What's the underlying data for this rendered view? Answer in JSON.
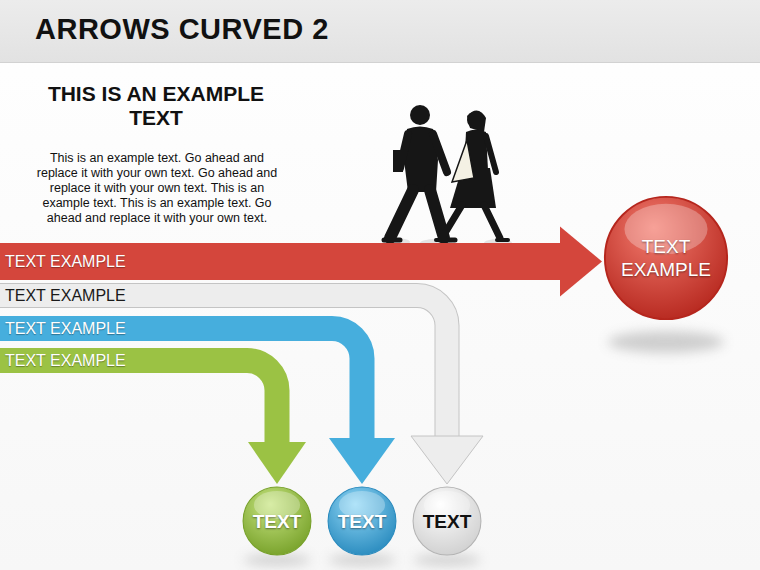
{
  "diagram": {
    "title": "ARROWS CURVED 2",
    "nodes": [
      {
        "text": [
          "TEXT EXAMPLE"
        ]
      },
      {
        "text": [
          "TEXT EXAMPLE"
        ]
      },
      {
        "text": [
          "TEXT EXAMPLE"
        ]
      },
      {
        "text": [
          "TEXT EXAMPLE"
        ]
      },
      {
        "text": [
          "TEXT EXAMPLE"
        ]
      },
      {
        "text": [
          "TEXT"
        ]
      },
      {
        "text": [
          "TEXT"
        ]
      },
      {
        "text": [
          "TEXT"
        ]
      }
    ],
    "edges": [
      {
        "from": 0,
        "to": 1,
        "arrow": "to"
      },
      {
        "from": 2,
        "to": 7,
        "arrow": "to"
      },
      {
        "from": 3,
        "to": 6,
        "arrow": "to"
      },
      {
        "from": 4,
        "to": 5,
        "arrow": "to"
      }
    ],
    "labels": [
      "THIS IS AN EXAMPLE TEXT",
      "This is an example text. Go ahead and replace it with your own text. Go ahead and replace it with your own text. This is an example text. This is an example text. Go ahead and replace it with your own text."
    ]
  }
}
